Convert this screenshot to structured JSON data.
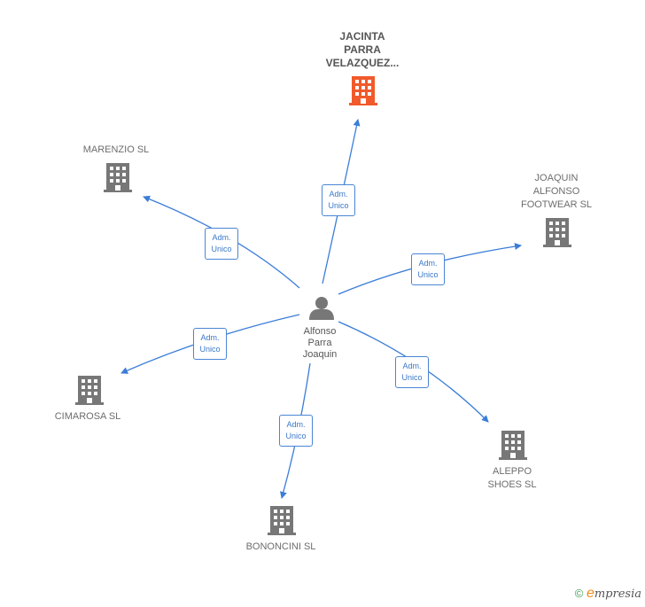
{
  "center": {
    "name_lines": [
      "Alfonso",
      "Parra",
      "Joaquin"
    ],
    "icon": "person-icon"
  },
  "nodes": [
    {
      "id": "jacinta",
      "lines": [
        "JACINTA",
        "PARRA",
        "VELAZQUEZ..."
      ],
      "icon": "building-icon",
      "color": "#f15a2b",
      "highlight": true,
      "edge": [
        "Adm.",
        "Unico"
      ]
    },
    {
      "id": "marenzio",
      "lines": [
        "MARENZIO  SL"
      ],
      "icon": "building-icon",
      "color": "#777777",
      "highlight": false,
      "edge": [
        "Adm.",
        "Unico"
      ]
    },
    {
      "id": "joaquin-alfonso",
      "lines": [
        "JOAQUIN",
        "ALFONSO",
        "FOOTWEAR  SL"
      ],
      "icon": "building-icon",
      "color": "#777777",
      "highlight": false,
      "edge": [
        "Adm.",
        "Unico"
      ]
    },
    {
      "id": "cimarosa",
      "lines": [
        "CIMAROSA  SL"
      ],
      "icon": "building-icon",
      "color": "#777777",
      "highlight": false,
      "edge": [
        "Adm.",
        "Unico"
      ]
    },
    {
      "id": "aleppo",
      "lines": [
        "ALEPPO",
        "SHOES  SL"
      ],
      "icon": "building-icon",
      "color": "#777777",
      "highlight": false,
      "edge": [
        "Adm.",
        "Unico"
      ]
    },
    {
      "id": "bononcini",
      "lines": [
        "BONONCINI  SL"
      ],
      "icon": "building-icon",
      "color": "#777777",
      "highlight": false,
      "edge": [
        "Adm.",
        "Unico"
      ]
    }
  ],
  "colors": {
    "edge": "#3b7dd8",
    "person": "#777777"
  },
  "watermark": {
    "copyright": "©",
    "brand_initial": "e",
    "brand_rest": "mpresia"
  }
}
